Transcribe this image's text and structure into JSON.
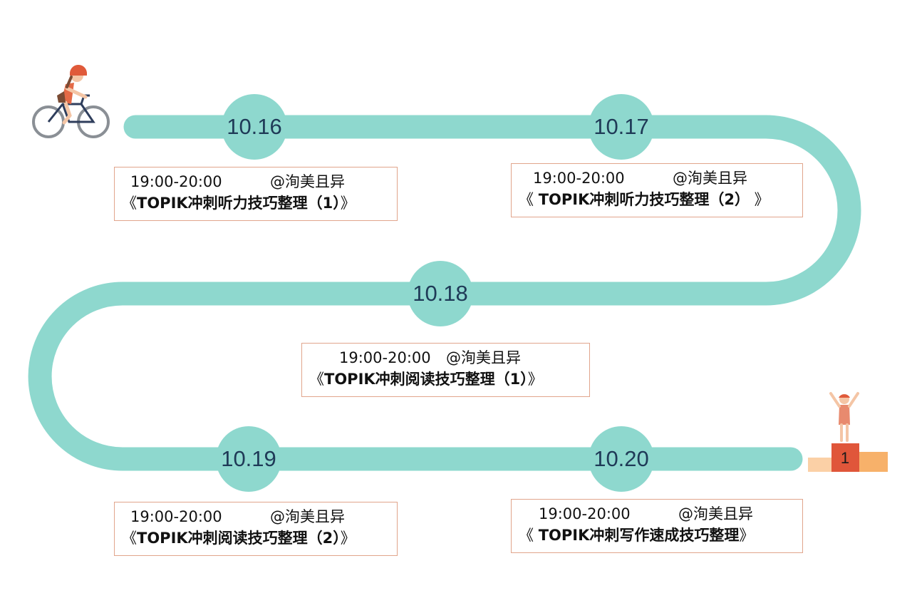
{
  "colors": {
    "track": "#8ed8ce",
    "node_text": "#1f3a57",
    "card_border": "#e1a58c"
  },
  "nodes": [
    {
      "date": "10.16"
    },
    {
      "date": "10.17"
    },
    {
      "date": "10.18"
    },
    {
      "date": "10.19"
    },
    {
      "date": "10.20"
    }
  ],
  "sessions": [
    {
      "time": "19:00-20:00",
      "host": "@洵美且异",
      "title_open": "《",
      "title": "TOPIK冲刺听力技巧整理（1）",
      "title_close": "》"
    },
    {
      "time": "19:00-20:00",
      "host": "@洵美且异",
      "title_open": "《 ",
      "title": "TOPIK冲刺听力技巧整理（2）",
      "title_close": " 》"
    },
    {
      "time": "19:00-20:00",
      "host": "@洵美且异",
      "title_open": "《",
      "title": "TOPIK冲刺阅读技巧整理（1）",
      "title_close": "》"
    },
    {
      "time": "19:00-20:00",
      "host": "@洵美且异",
      "title_open": "《",
      "title": "TOPIK冲刺阅读技巧整理（2）",
      "title_close": "》"
    },
    {
      "time": "19:00-20:00",
      "host": "@洵美且异",
      "title_open": "《 ",
      "title": "TOPIK冲刺写作速成技巧整理",
      "title_close": "》"
    }
  ],
  "podium": {
    "rank": "1"
  },
  "icons": {
    "start": "cyclist-icon",
    "finish": "podium-winner-icon"
  }
}
